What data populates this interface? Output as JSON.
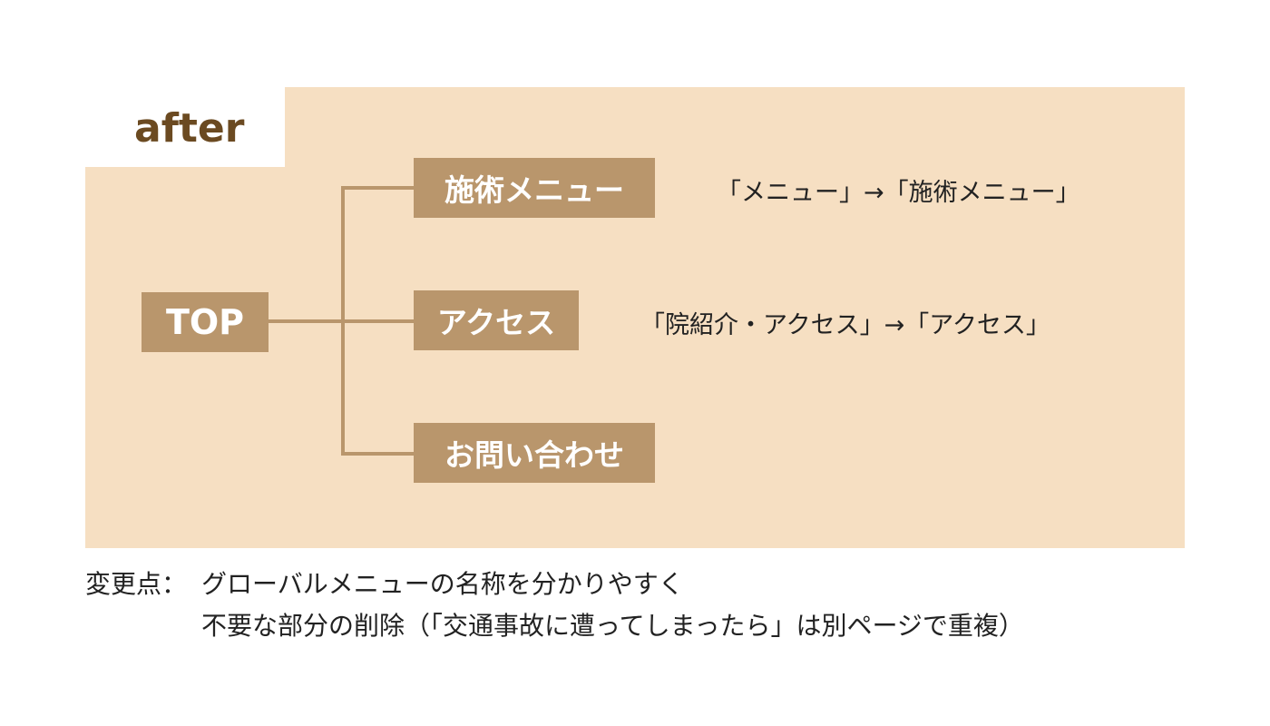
{
  "section_label": "after",
  "nodes": {
    "top": "TOP",
    "menu": "施術メニュー",
    "access": "アクセス",
    "contact": "お問い合わせ"
  },
  "notes": {
    "menu": "「メニュー」→「施術メニュー」",
    "access": "「院紹介・アクセス」→「アクセス」"
  },
  "changes": {
    "label": "変更点：",
    "line1": "グローバルメニューの名称を分かりやすく",
    "line2": "不要な部分の削除（「交通事故に遭ってしまったら」は別ページで重複）"
  },
  "colors": {
    "panel": "#f6dfc2",
    "node": "#b9966c",
    "connector": "#b9966c",
    "label": "#6b4a21"
  }
}
